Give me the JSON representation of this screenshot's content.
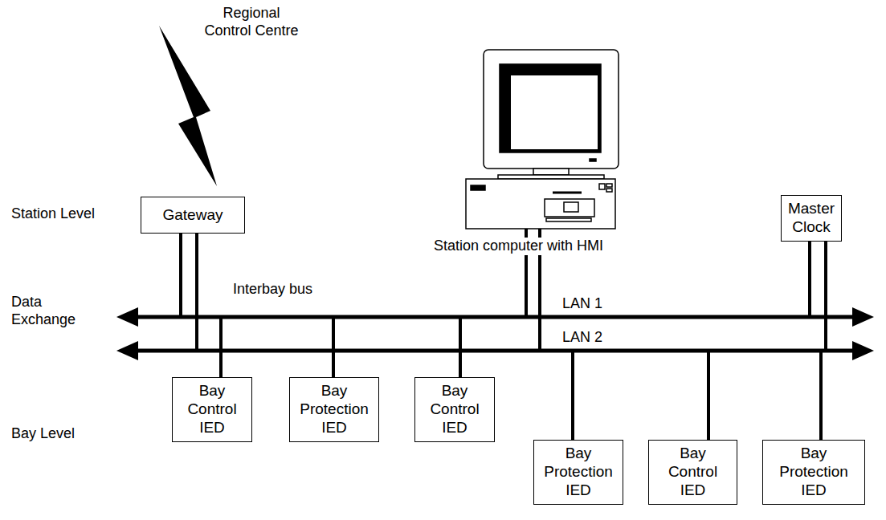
{
  "diagram": {
    "nodes": [
      {
        "text": [
          "Gateway"
        ]
      },
      {
        "text": [
          "Master Clock"
        ]
      },
      {
        "text": [
          "Bay Control IED"
        ]
      },
      {
        "text": [
          "Bay Protection IED"
        ]
      },
      {
        "text": [
          "Bay Control IED"
        ]
      },
      {
        "text": [
          "Bay Protection IED"
        ]
      },
      {
        "text": [
          "Bay Control IED"
        ]
      },
      {
        "text": [
          "Bay Protection IED"
        ]
      }
    ],
    "labels": [
      "Regional Control Centre",
      "Station Level",
      "Data Exchange",
      "Bay Level",
      "Interbay bus",
      "LAN 1",
      "LAN 2",
      "Station computer with HMI"
    ]
  }
}
